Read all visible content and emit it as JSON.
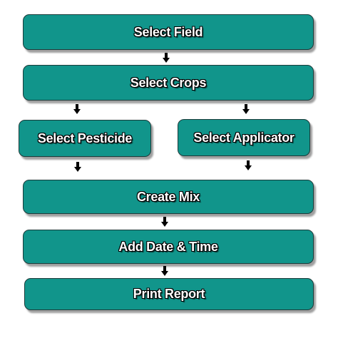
{
  "diagram": {
    "box_fill": "#11958b",
    "box_border": "#1c3b3a",
    "arrow_color": "#000000",
    "steps": {
      "select_field": "Select Field",
      "select_crops": "Select Crops",
      "select_pesticide": "Select Pesticide",
      "select_applicator": "Select Applicator",
      "create_mix": "Create Mix",
      "add_date_time": "Add Date & Time",
      "print_report": "Print Report"
    },
    "edges": [
      [
        "select_field",
        "select_crops"
      ],
      [
        "select_crops",
        "select_pesticide"
      ],
      [
        "select_crops",
        "select_applicator"
      ],
      [
        "select_pesticide",
        "create_mix"
      ],
      [
        "select_applicator",
        "create_mix"
      ],
      [
        "create_mix",
        "add_date_time"
      ],
      [
        "add_date_time",
        "print_report"
      ]
    ]
  }
}
